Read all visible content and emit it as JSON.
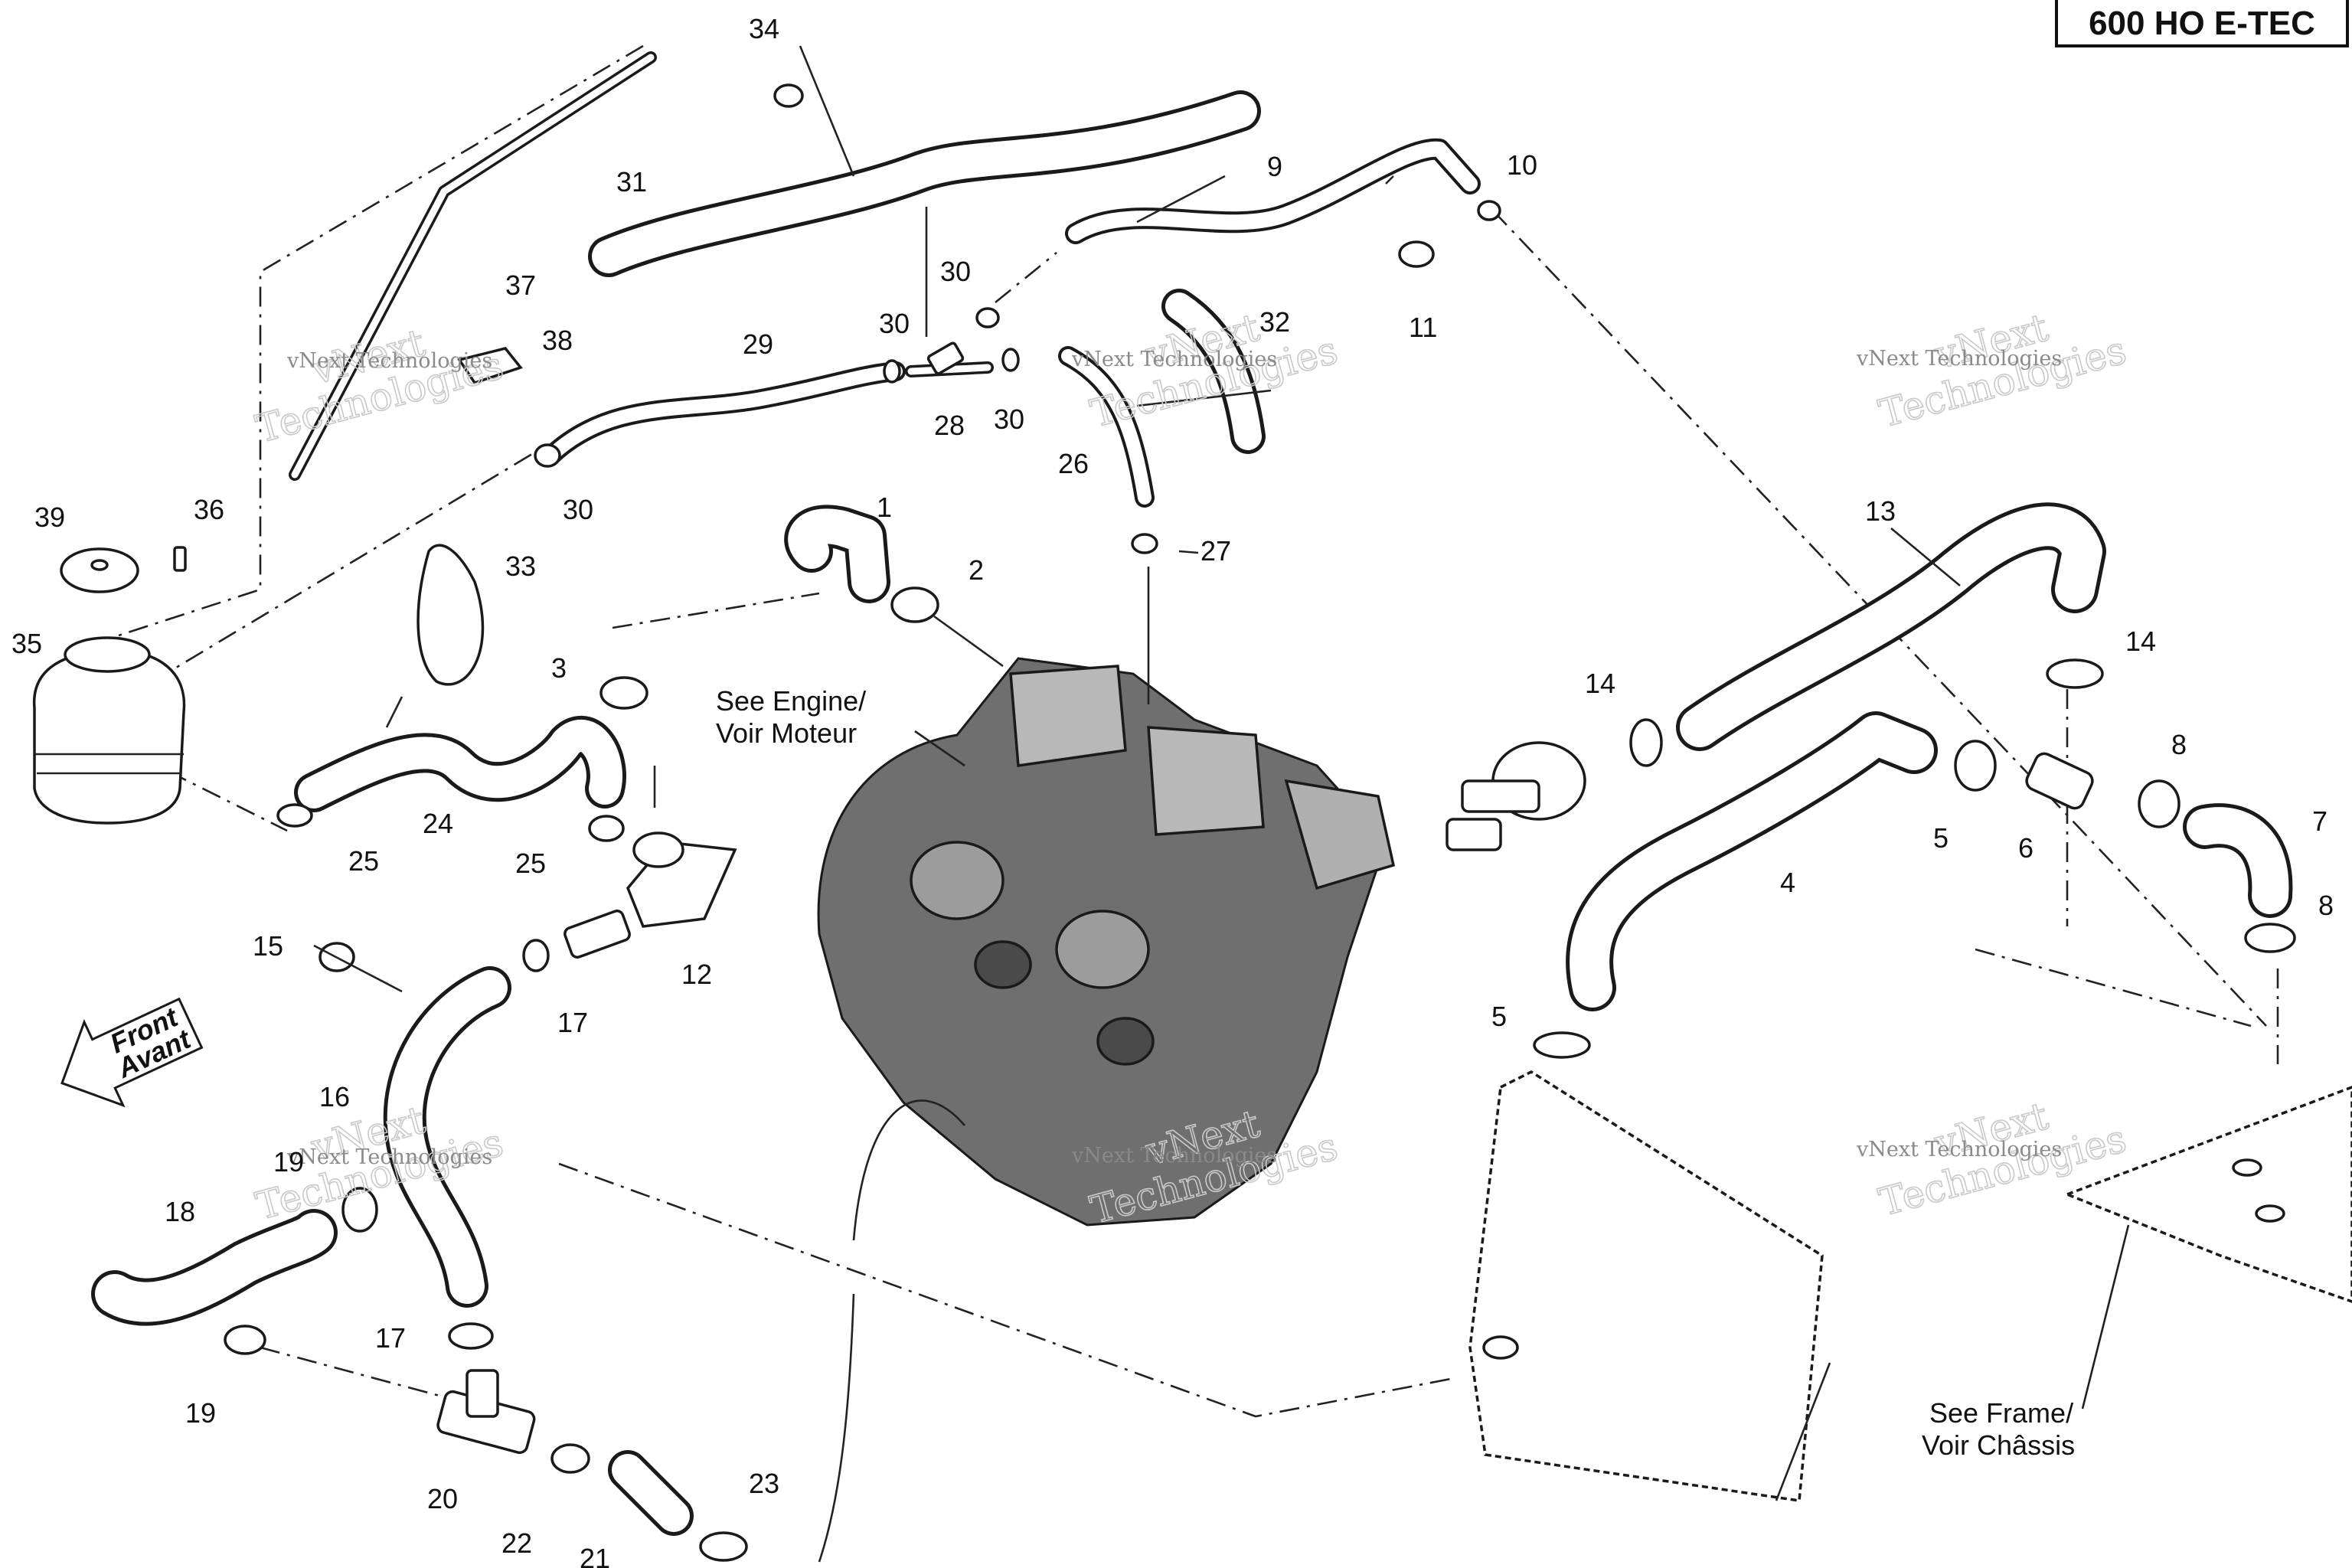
{
  "title_badge": "600 HO E-TEC",
  "notes": {
    "engine_line1": "See Engine/",
    "engine_line2": "Voir Moteur",
    "frame_line1": "See Frame/",
    "frame_line2": "Voir Châssis",
    "front_line1": "Front",
    "front_line2": "Avant"
  },
  "watermarks": [
    {
      "line1": "vNext",
      "line2": "Technologies",
      "small": "vNext Technologies"
    },
    {
      "line1": "vNext",
      "line2": "Technologies",
      "small": "vNext Technologies"
    },
    {
      "line1": "vNext",
      "line2": "Technologies",
      "small": "vNext Technologies"
    },
    {
      "line1": "vNext",
      "line2": "Technologies",
      "small": "vNext Technologies"
    },
    {
      "line1": "vNext",
      "line2": "Technologies",
      "small": "vNext Technologies"
    },
    {
      "line1": "vNext",
      "line2": "Technologies",
      "small": "vNext Technologies"
    }
  ],
  "callouts": [
    {
      "id": "c1",
      "label": "1"
    },
    {
      "id": "c2",
      "label": "2"
    },
    {
      "id": "c3",
      "label": "3"
    },
    {
      "id": "c4",
      "label": "4"
    },
    {
      "id": "c5a",
      "label": "5"
    },
    {
      "id": "c5b",
      "label": "5"
    },
    {
      "id": "c6",
      "label": "6"
    },
    {
      "id": "c7",
      "label": "7"
    },
    {
      "id": "c8a",
      "label": "8"
    },
    {
      "id": "c8b",
      "label": "8"
    },
    {
      "id": "c9",
      "label": "9"
    },
    {
      "id": "c10",
      "label": "10"
    },
    {
      "id": "c11",
      "label": "11"
    },
    {
      "id": "c12",
      "label": "12"
    },
    {
      "id": "c13",
      "label": "13"
    },
    {
      "id": "c14a",
      "label": "14"
    },
    {
      "id": "c14b",
      "label": "14"
    },
    {
      "id": "c15",
      "label": "15"
    },
    {
      "id": "c16",
      "label": "16"
    },
    {
      "id": "c17a",
      "label": "17"
    },
    {
      "id": "c17b",
      "label": "17"
    },
    {
      "id": "c18",
      "label": "18"
    },
    {
      "id": "c19a",
      "label": "19"
    },
    {
      "id": "c19b",
      "label": "19"
    },
    {
      "id": "c20",
      "label": "20"
    },
    {
      "id": "c21",
      "label": "21"
    },
    {
      "id": "c22",
      "label": "22"
    },
    {
      "id": "c23",
      "label": "23"
    },
    {
      "id": "c24",
      "label": "24"
    },
    {
      "id": "c25a",
      "label": "25"
    },
    {
      "id": "c25b",
      "label": "25"
    },
    {
      "id": "c26",
      "label": "26"
    },
    {
      "id": "c27",
      "label": "27"
    },
    {
      "id": "c28",
      "label": "28"
    },
    {
      "id": "c29",
      "label": "29"
    },
    {
      "id": "c30a",
      "label": "30"
    },
    {
      "id": "c30b",
      "label": "30"
    },
    {
      "id": "c30c",
      "label": "30"
    },
    {
      "id": "c30d",
      "label": "30"
    },
    {
      "id": "c31",
      "label": "31"
    },
    {
      "id": "c32",
      "label": "32"
    },
    {
      "id": "c33",
      "label": "33"
    },
    {
      "id": "c34",
      "label": "34"
    },
    {
      "id": "c35",
      "label": "35"
    },
    {
      "id": "c36",
      "label": "36"
    },
    {
      "id": "c37",
      "label": "37"
    },
    {
      "id": "c38",
      "label": "38"
    },
    {
      "id": "c39",
      "label": "39"
    }
  ]
}
